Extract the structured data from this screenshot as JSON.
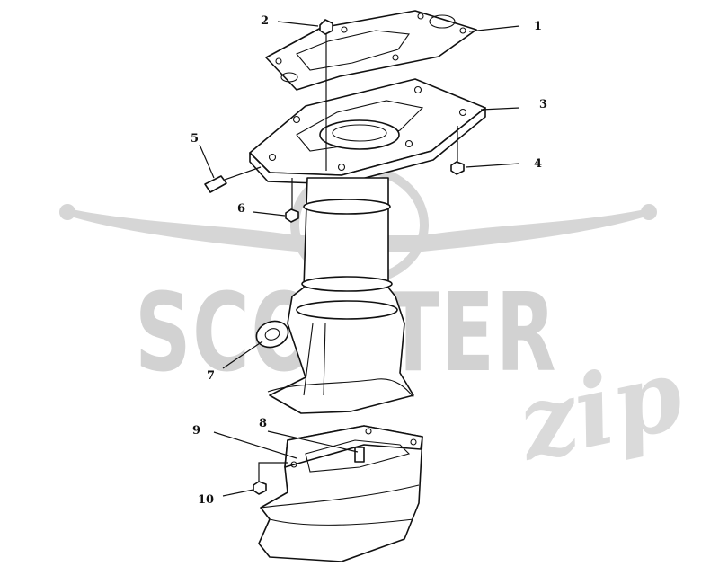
{
  "watermark": {
    "brand_text": "SCOOTER",
    "script_text": "zip"
  },
  "callouts": [
    {
      "id": "1",
      "label": "1"
    },
    {
      "id": "2",
      "label": "2"
    },
    {
      "id": "3",
      "label": "3"
    },
    {
      "id": "4",
      "label": "4"
    },
    {
      "id": "5",
      "label": "5"
    },
    {
      "id": "6",
      "label": "6"
    },
    {
      "id": "7",
      "label": "7"
    },
    {
      "id": "8",
      "label": "8"
    },
    {
      "id": "9",
      "label": "9"
    },
    {
      "id": "10",
      "label": "10"
    }
  ],
  "colors": {
    "line": "#111111",
    "watermark": "#d2d2d2",
    "background": "#ffffff"
  }
}
